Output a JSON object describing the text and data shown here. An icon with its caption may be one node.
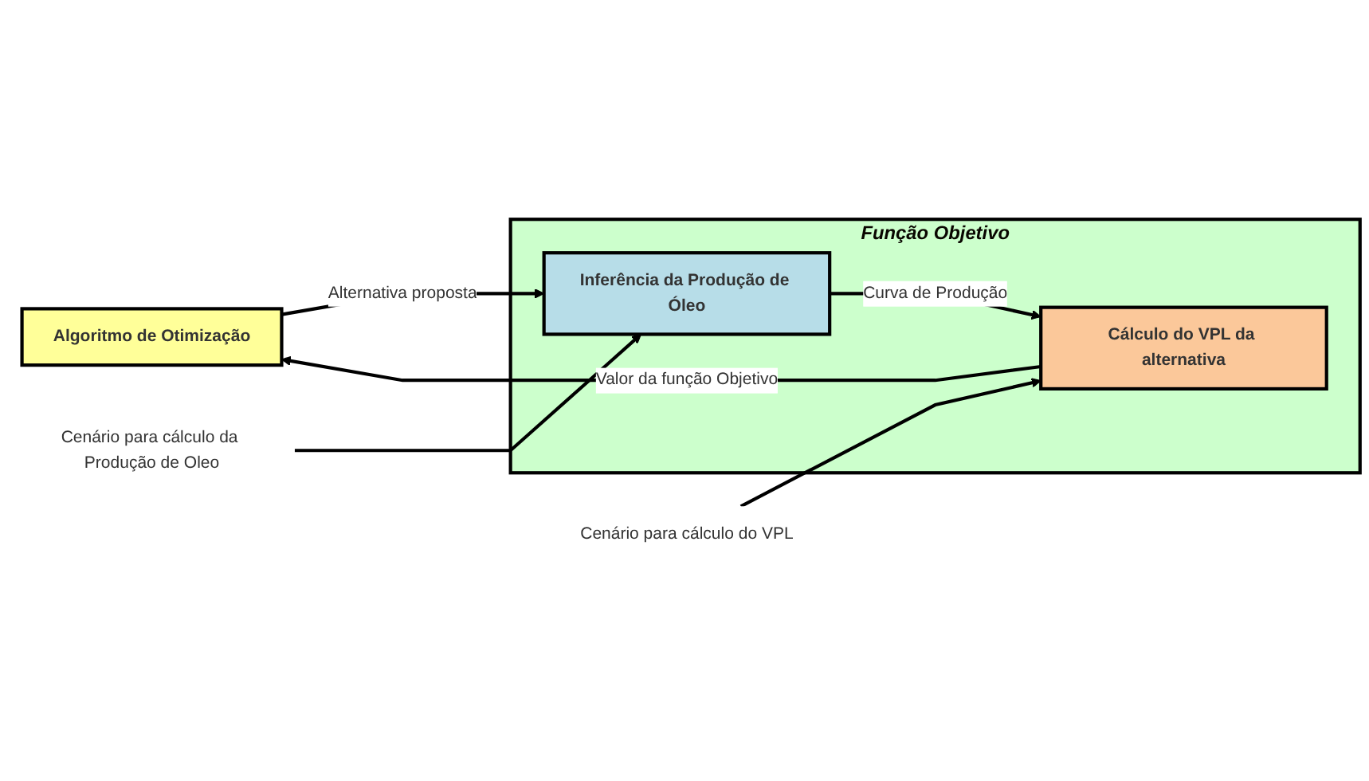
{
  "diagram": {
    "nodes": [
      {
        "text": [
          "Função Objetivo"
        ]
      },
      {
        "text": [
          "Inferência da Produção de Óleo"
        ],
        "in": 0
      },
      {
        "text": [
          "Cálculo do VPL da alternativa"
        ],
        "in": 0
      },
      {
        "text": [
          "Algoritmo de Otimização"
        ]
      },
      {
        "text": [
          "Cenário para cálculo da Produção de Oleo"
        ]
      },
      {
        "text": [
          "Cenário para cálculo do VPL"
        ]
      }
    ],
    "edges": [
      {
        "from": 3,
        "to": 1,
        "arrow": "to",
        "label": "Alternativa proposta"
      },
      {
        "from": 1,
        "to": 2,
        "arrow": "to",
        "label": "Curva de Produção"
      },
      {
        "from": 2,
        "to": 3,
        "arrow": "to",
        "label": "Valor da função Objetivo"
      },
      {
        "from": 4,
        "to": 1,
        "arrow": "to"
      },
      {
        "from": 5,
        "to": 2,
        "arrow": "to"
      }
    ]
  }
}
